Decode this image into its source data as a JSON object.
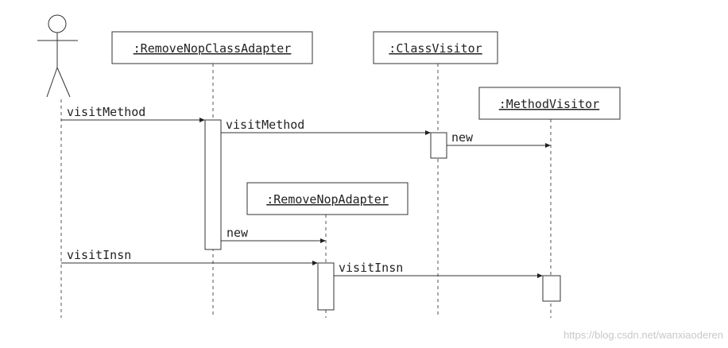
{
  "diagram": {
    "participants": [
      {
        "id": "actor",
        "label": ""
      },
      {
        "id": "rnca",
        "label": ":RemoveNopClassAdapter"
      },
      {
        "id": "cv",
        "label": ":ClassVisitor"
      },
      {
        "id": "mv",
        "label": ":MethodVisitor"
      },
      {
        "id": "rna",
        "label": ":RemoveNopAdapter"
      }
    ],
    "messages": [
      {
        "from": "actor",
        "to": "rnca",
        "label": "visitMethod"
      },
      {
        "from": "rnca",
        "to": "cv",
        "label": "visitMethod"
      },
      {
        "from": "cv",
        "to": "mv",
        "label": "new"
      },
      {
        "from": "rnca",
        "to": "rna",
        "label": "new"
      },
      {
        "from": "actor",
        "to": "rna",
        "label": "visitInsn"
      },
      {
        "from": "rna",
        "to": "mv",
        "label": "visitInsn"
      }
    ]
  },
  "watermark": "https://blog.csdn.net/wanxiaoderen"
}
